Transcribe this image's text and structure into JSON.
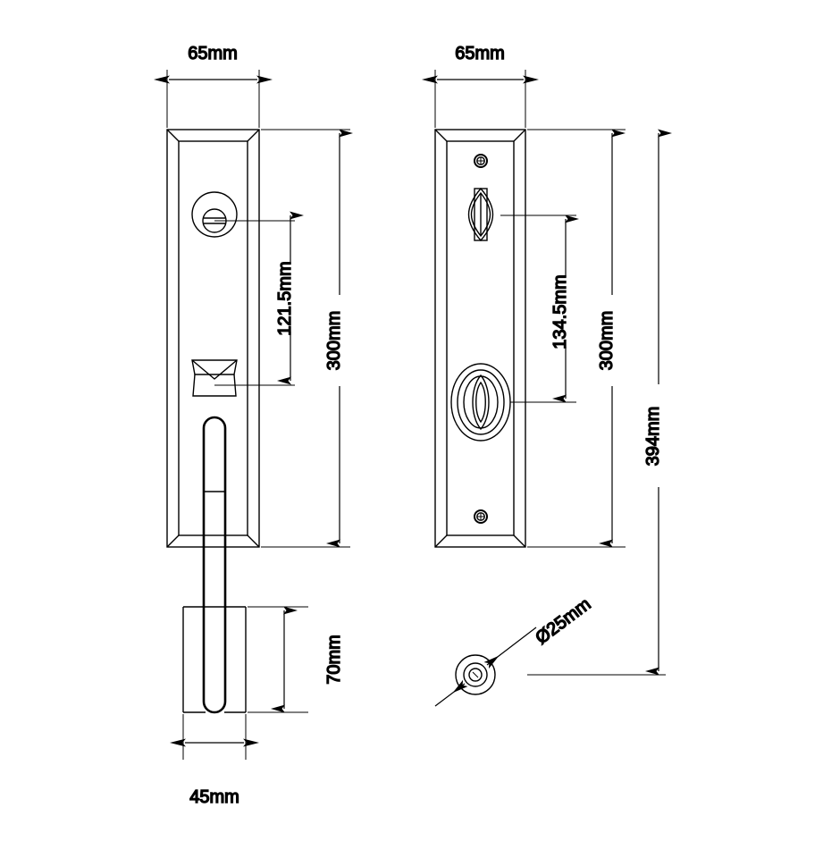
{
  "drawing": {
    "title": "Door Handle Entry Set Technical Drawing",
    "type": "engineering-orthographic-drawing",
    "background_color": "#ffffff",
    "line_color": "#000000",
    "units": "mm",
    "views": [
      {
        "id": "front-view",
        "label": "front-exterior-view",
        "position": "left"
      },
      {
        "id": "rear-view",
        "label": "rear-interior-view",
        "position": "right"
      },
      {
        "id": "section-view",
        "label": "spindle-section-view",
        "position": "bottom-right"
      }
    ]
  },
  "dimensions": {
    "front_width": "65mm",
    "front_lock_to_latch": "121.5mm",
    "front_plate_height": "300mm",
    "bottom_plate_height": "70mm",
    "bottom_plate_width": "45mm",
    "rear_width": "65mm",
    "rear_turn_to_rosette": "134.5mm",
    "rear_plate_height": "300mm",
    "overall_height": "394mm",
    "spindle_diameter": "Ø25mm"
  },
  "components": {
    "escutcheon_plate": "beveled-rectangular-plate",
    "lock_cylinder": "key-cylinder-circle",
    "thumb_latch": "v-notch-thumb-piece",
    "grip_handle": "rounded-vertical-bar",
    "lower_plate": "handle-base-plate",
    "thumb_turn": "vertical-lens-turn-knob",
    "rosette": "concentric-oval-rosette",
    "screws": "phillips-head-screw",
    "spindle": "concentric-circle-section"
  }
}
